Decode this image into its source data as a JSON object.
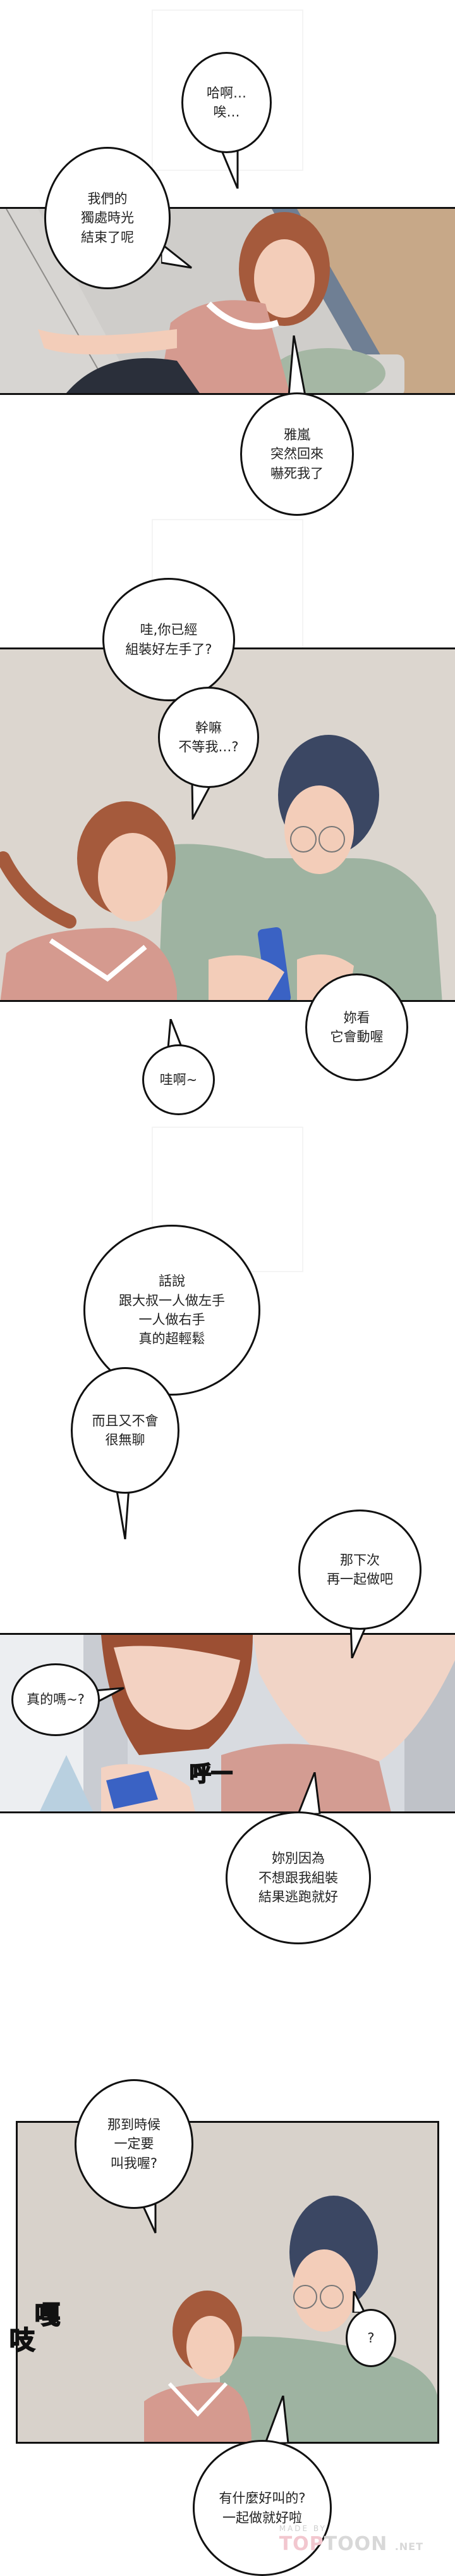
{
  "comic": {
    "panels": [
      {
        "id": "panel-1",
        "scene": "woman-lying-on-sofa",
        "colors": {
          "background": "#cfcdca",
          "floor": "#c7a888",
          "rug": "#6f7f94",
          "shirt": "#d59a8f",
          "skirt": "#2a2f3a",
          "hair": "#a55a3c",
          "skin": "#f3cdb9",
          "pillow": "#a5b7a4"
        }
      },
      {
        "id": "panel-2",
        "scene": "man-shows-assembled-hand-to-woman",
        "colors": {
          "background": "#dcd6cf",
          "man_shirt": "#9eb3a1",
          "man_hair": "#3b4763",
          "woman_shirt": "#d59a8f",
          "woman_hair": "#a55a3c",
          "part": "#3a62c4",
          "skin": "#f3cdb9"
        }
      },
      {
        "id": "panel-3",
        "scene": "close-up-woman-and-man",
        "colors": {
          "background": "#d8dbe0",
          "locker": "#c9ccd2",
          "woman_shirt": "#d39c92",
          "woman_hair": "#9c4f33",
          "part": "#3a62c4",
          "skin": "#f3d2c2"
        }
      },
      {
        "id": "panel-4",
        "scene": "woman-and-man-standing",
        "colors": {
          "background": "#d8d2cb",
          "man_shirt": "#9eb3a1",
          "man_hair": "#3b4763",
          "woman_shirt": "#d59a8f",
          "woman_hair": "#a55a3c",
          "skin": "#f3cdb9"
        }
      }
    ],
    "dialogue": [
      {
        "id": "b1",
        "lines": [
          "哈啊…",
          "唉…"
        ]
      },
      {
        "id": "b2",
        "lines": [
          "我們的",
          "獨處時光",
          "結束了呢"
        ]
      },
      {
        "id": "b3",
        "lines": [
          "雅嵐",
          "突然回來",
          "嚇死我了"
        ]
      },
      {
        "id": "b4",
        "lines": [
          "哇,你已經",
          "組裝好左手了?"
        ]
      },
      {
        "id": "b5",
        "lines": [
          "幹嘛",
          "不等我…?"
        ]
      },
      {
        "id": "b6",
        "lines": [
          "妳看",
          "它會動喔"
        ]
      },
      {
        "id": "b7",
        "lines": [
          "哇啊~"
        ]
      },
      {
        "id": "b8",
        "lines": [
          "話說",
          "跟大叔一人做左手",
          "一人做右手",
          "真的超輕鬆"
        ]
      },
      {
        "id": "b9",
        "lines": [
          "而且又不會",
          "很無聊"
        ]
      },
      {
        "id": "b10",
        "lines": [
          "那下次",
          "再一起做吧"
        ]
      },
      {
        "id": "b11",
        "lines": [
          "真的嗎~?"
        ]
      },
      {
        "id": "b12",
        "lines": [
          "妳別因為",
          "不想跟我組裝",
          "結果逃跑就好"
        ]
      },
      {
        "id": "b13",
        "lines": [
          "那到時候",
          "一定要",
          "叫我喔?"
        ]
      },
      {
        "id": "b14",
        "lines": [
          "?"
        ]
      },
      {
        "id": "b15",
        "lines": [
          "有什麼好叫的?",
          "一起做就好啦"
        ]
      }
    ],
    "sound_effects": [
      {
        "id": "sfx1",
        "text": "呼一"
      },
      {
        "id": "sfx2",
        "text": "嘎"
      },
      {
        "id": "sfx3",
        "text": "吱"
      }
    ],
    "watermark": {
      "made_by": "MADE BY",
      "brand_top": "TOP",
      "brand_toon": "TOON",
      "brand_net": ".NET"
    }
  }
}
